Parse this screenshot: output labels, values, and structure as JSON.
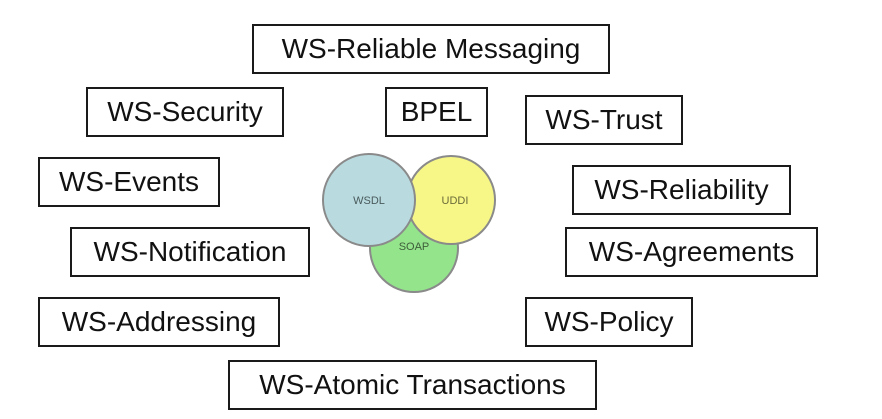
{
  "specs": {
    "reliable_messaging": "WS-Reliable Messaging",
    "security": "WS-Security",
    "bpel": "BPEL",
    "trust": "WS-Trust",
    "events": "WS-Events",
    "reliability": "WS-Reliability",
    "notification": "WS-Notification",
    "agreements": "WS-Agreements",
    "addressing": "WS-Addressing",
    "policy": "WS-Policy",
    "atomic_transactions": "WS-Atomic Transactions"
  },
  "core": {
    "wsdl": {
      "label": "WSDL",
      "fill": "#b9dbe0",
      "text_color": "#4a5a5c"
    },
    "uddi": {
      "label": "UDDI",
      "fill": "#f7f787",
      "text_color": "#6a6a3a"
    },
    "soap": {
      "label": "SOAP",
      "fill": "#94e48c",
      "text_color": "#3e5e3a"
    },
    "stroke": "#8a8a8a"
  }
}
